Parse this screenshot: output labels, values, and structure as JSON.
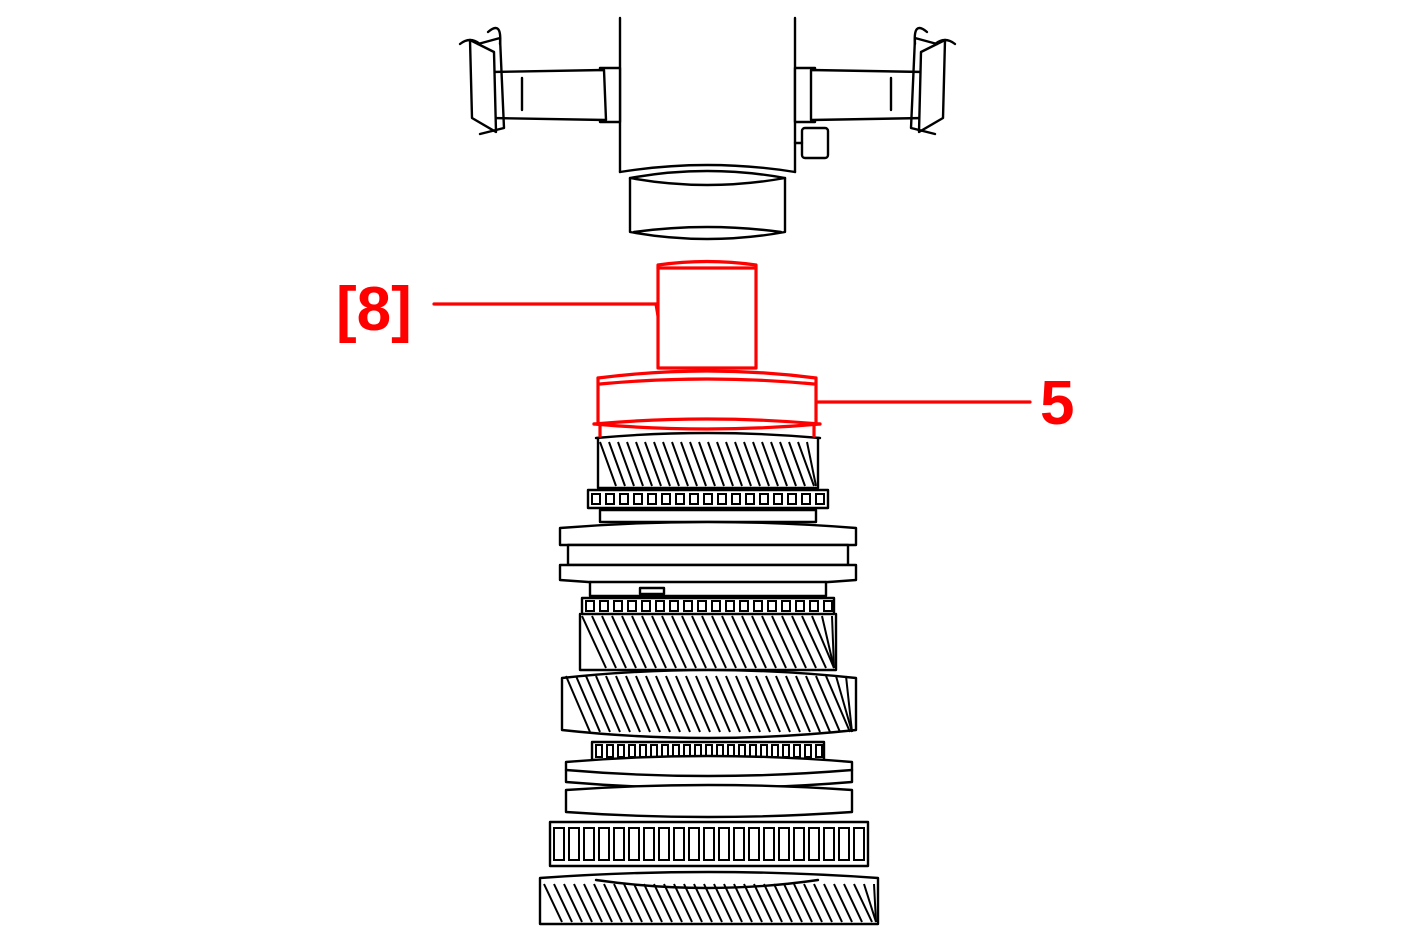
{
  "callouts": [
    {
      "id": "tool",
      "label": "[8]"
    },
    {
      "id": "part",
      "label": "5"
    }
  ],
  "colors": {
    "highlight": "#ff0000",
    "ink": "#000000",
    "background": "#ffffff"
  }
}
